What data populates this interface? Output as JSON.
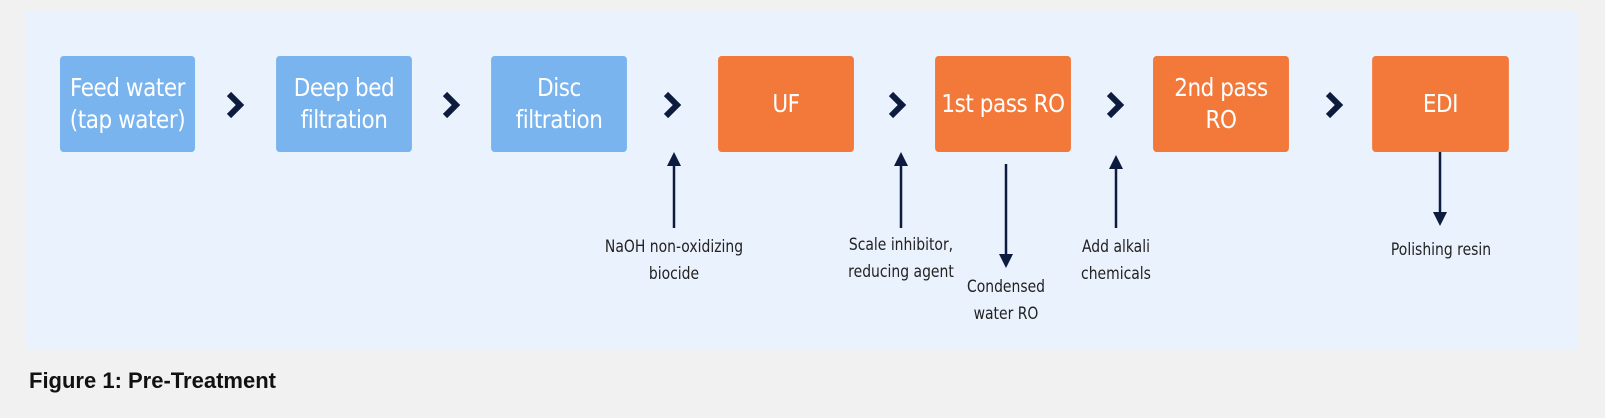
{
  "diagram": {
    "steps": [
      {
        "label": "Feed water\n(tap water)",
        "color": "#79b4ef"
      },
      {
        "label": "Deep bed\nfiltration",
        "color": "#79b4ef"
      },
      {
        "label": "Disc\nfiltration",
        "color": "#79b4ef"
      },
      {
        "label": "UF",
        "color": "#f3793a"
      },
      {
        "label": "1st pass RO",
        "color": "#f3793a"
      },
      {
        "label": "2nd pass\nRO",
        "color": "#f3793a"
      },
      {
        "label": "EDI",
        "color": "#f3793a"
      }
    ],
    "annotations": [
      {
        "text": "NaOH non-oxidizing\nbiocide",
        "direction": "up"
      },
      {
        "text": "Scale inhibitor,\nreducing agent",
        "direction": "up"
      },
      {
        "text": "Condensed\nwater RO",
        "direction": "down"
      },
      {
        "text": "Add alkali\nchemicals",
        "direction": "up"
      },
      {
        "text": "Polishing resin",
        "direction": "down"
      }
    ],
    "arrow_color": "#0d1b3e"
  },
  "caption": "Figure 1: Pre-Treatment"
}
